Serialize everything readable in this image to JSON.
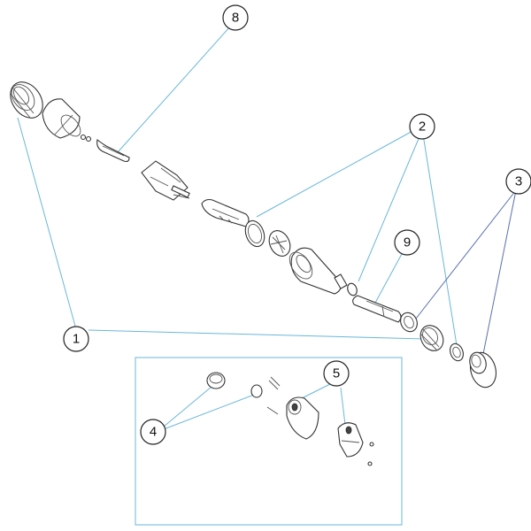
{
  "colors": {
    "leader": "#6ab7d9",
    "leader_dark": "#5a6fb0",
    "box": "#6ab7d9",
    "outline": "#333333"
  },
  "callouts": [
    {
      "id": "8",
      "label": "8"
    },
    {
      "id": "2",
      "label": "2"
    },
    {
      "id": "3",
      "label": "3"
    },
    {
      "id": "9",
      "label": "9"
    },
    {
      "id": "1",
      "label": "1"
    },
    {
      "id": "5",
      "label": "5"
    },
    {
      "id": "4",
      "label": "4"
    }
  ]
}
